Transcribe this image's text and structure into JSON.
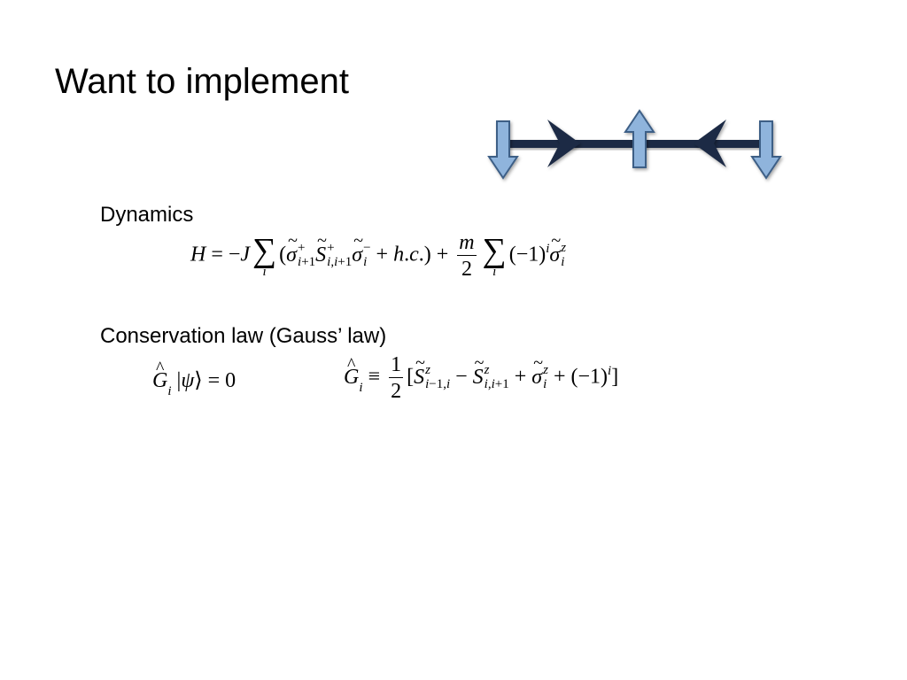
{
  "slide": {
    "title": "Want to implement",
    "dynamics_label": "Dynamics",
    "conservation_label": "Conservation law (Gauss’ law)"
  },
  "equations": {
    "hamiltonian": "H = −J Σ_i (σ̃⁺_{i+1} S̃⁺_{i,i+1} σ̃⁻_i + h.c.) + (m/2) Σ_i (−1)^i σ̃^z_i",
    "gauss_constraint": "Ĝ_i |ψ⟩ = 0",
    "gauss_operator": "Ĝ_i ≡ (1/2)[S̃^z_{i−1,i} − S̃^z_{i,i+1} + σ̃^z_i + (−1)^i]"
  },
  "diagram": {
    "spins": [
      "down",
      "up",
      "down"
    ],
    "links": [
      "right",
      "left"
    ],
    "colors": {
      "spin_fill": "#8fb4dc",
      "spin_stroke": "#3d5f86",
      "link": "#1b2a44"
    }
  }
}
